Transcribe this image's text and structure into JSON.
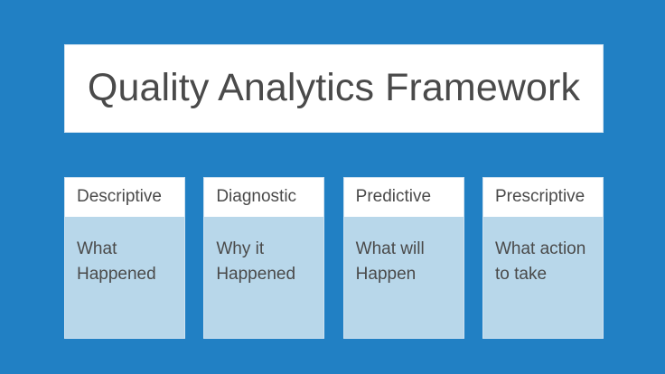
{
  "slide": {
    "background_color": "#2180c4",
    "title_card": {
      "background_color": "#ffffff",
      "title": "Quality Analytics Framework"
    },
    "cards": [
      {
        "header": "Descriptive",
        "body": "What Happened",
        "header_background": "#ffffff",
        "body_background": "#b8d7ea"
      },
      {
        "header": "Diagnostic",
        "body": "Why it Happened",
        "header_background": "#ffffff",
        "body_background": "#b8d7ea"
      },
      {
        "header": "Predictive",
        "body": "What will Happen",
        "header_background": "#ffffff",
        "body_background": "#b8d7ea"
      },
      {
        "header": "Prescriptive",
        "body": "What action to take",
        "header_background": "#ffffff",
        "body_background": "#b8d7ea"
      }
    ],
    "text_color": "#4a4a4a"
  }
}
